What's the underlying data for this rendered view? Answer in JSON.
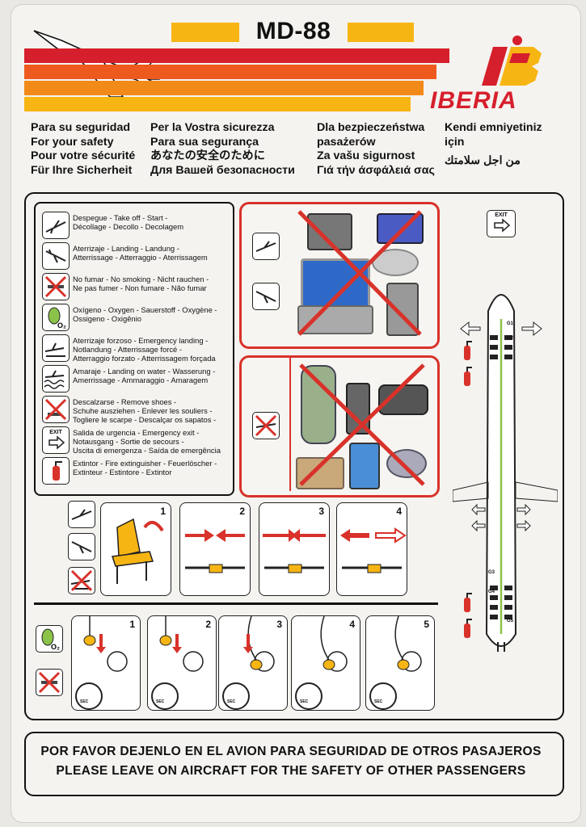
{
  "header": {
    "model": "MD-88",
    "brand": "IBERIA",
    "colors": {
      "red": "#d61f2c",
      "orange": "#f28a1a",
      "yellow": "#f7b514"
    }
  },
  "safety_titles": {
    "col1": [
      "Para su seguridad",
      "For your safety",
      "Pour votre sécurité",
      "Für Ihre Sicherheit"
    ],
    "col2": [
      "Per la Vostra sicurezza",
      "Para sua segurança",
      "あなたの安全のために",
      "Для Вашей безопасности"
    ],
    "col3": [
      "Dla bezpieczeństwa",
      "pasażerów",
      "Za vašu sigurnost",
      "Γιά τήν άσφάλειά σας"
    ],
    "col4": [
      "Kendi emniyetiniz",
      "için",
      "من اجل سلامتك"
    ]
  },
  "legend": [
    {
      "icon": "takeoff-icon",
      "text": "Despegue - Take off - Start -\nDécollage - Decollo - Decolagem"
    },
    {
      "icon": "landing-icon",
      "text": "Aterrizaje - Landing - Landung -\nAtterrissage - Atterraggio - Aterrissagem"
    },
    {
      "icon": "no-smoking-icon",
      "text": "No fumar - No smoking - Nicht rauchen -\nNe pas fumer - Non fumare - Não fumar"
    },
    {
      "icon": "oxygen-icon",
      "text": "Oxígeno - Oxygen - Sauerstoff - Oxygène -\nOssigeno - Oxigênio"
    },
    {
      "icon": "emergency-landing-icon",
      "text": "Aterrizaje forzoso - Emergency landing -\nNotlandung - Atterrissage forcé -\nAtterraggio forzato - Atterrissagem forçada"
    },
    {
      "icon": "water-landing-icon",
      "text": "Amaraje - Landing on water - Wasserung -\nAmerrissage - Ammaraggio - Amaragem"
    },
    {
      "icon": "remove-shoes-icon",
      "text": "Descalzarse - Remove shoes -\nSchuhe ausziehen - Enlever les souliers -\nTogliere le scarpe - Descalçar os sapatos -"
    },
    {
      "icon": "exit-sign-icon",
      "text": "Salida de urgencia - Emergency exit -\nNotausgang - Sortie de secours -\nUscita di emergenza - Saída de emergência"
    },
    {
      "icon": "fire-extinguisher-icon",
      "text": "Extintor - Fire extinguisher - Feuerlöscher -\nExtinteur - Estintore - Extintor"
    }
  ],
  "exit_sign": "EXIT",
  "oxygen_symbol": "O₂",
  "seat_steps": [
    "1",
    "2",
    "3",
    "4"
  ],
  "oxygen_steps": [
    "1",
    "2",
    "3",
    "4",
    "5"
  ],
  "gauge_label": "SEC",
  "seat_plan": {
    "exits": [
      "G1",
      "G2",
      "G3",
      "G4",
      "G5"
    ]
  },
  "footer": {
    "es": "POR FAVOR DEJENLO EN EL AVION PARA SEGURIDAD DE OTROS PASAJEROS",
    "en": "PLEASE LEAVE ON AIRCRAFT FOR THE SAFETY OF OTHER PASSENGERS"
  }
}
